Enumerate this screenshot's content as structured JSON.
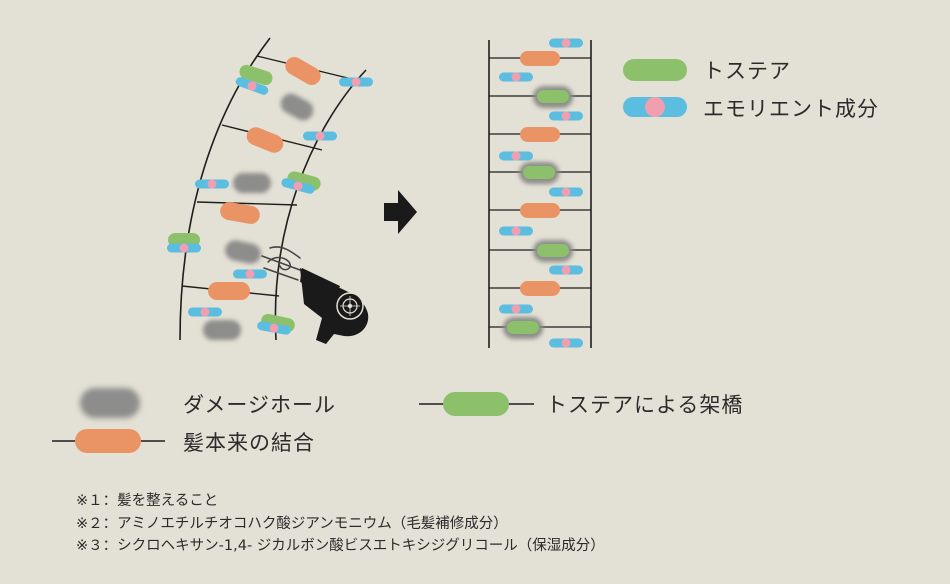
{
  "legend_top": {
    "tostea": "トステア",
    "emollient": "エモリエント成分"
  },
  "legend_bottom": {
    "damage_hole": "ダメージホール",
    "natural_bond": "髪本来の結合",
    "crosslink": "トステアによる架橋"
  },
  "notes": [
    "※１：髪を整えること",
    "※２：アミノエチルチオコハク酸ジアンモニウム（毛髪補修成分）",
    "※３：シクロヘキサン-1,4- ジカルボン酸ビスエトキシジグリコール（保湿成分）"
  ],
  "colors": {
    "background": "#e3e0d5",
    "green": "#8cc06a",
    "orange": "#ea9466",
    "blue": "#5bbde0",
    "pink": "#ef9fb0",
    "gray": "#8d8d8b",
    "line": "#1e1e1e",
    "dryer": "#1a1a1a"
  },
  "icons": [
    "dryer-icon",
    "arrow-right-icon",
    "air-flow-icon"
  ]
}
